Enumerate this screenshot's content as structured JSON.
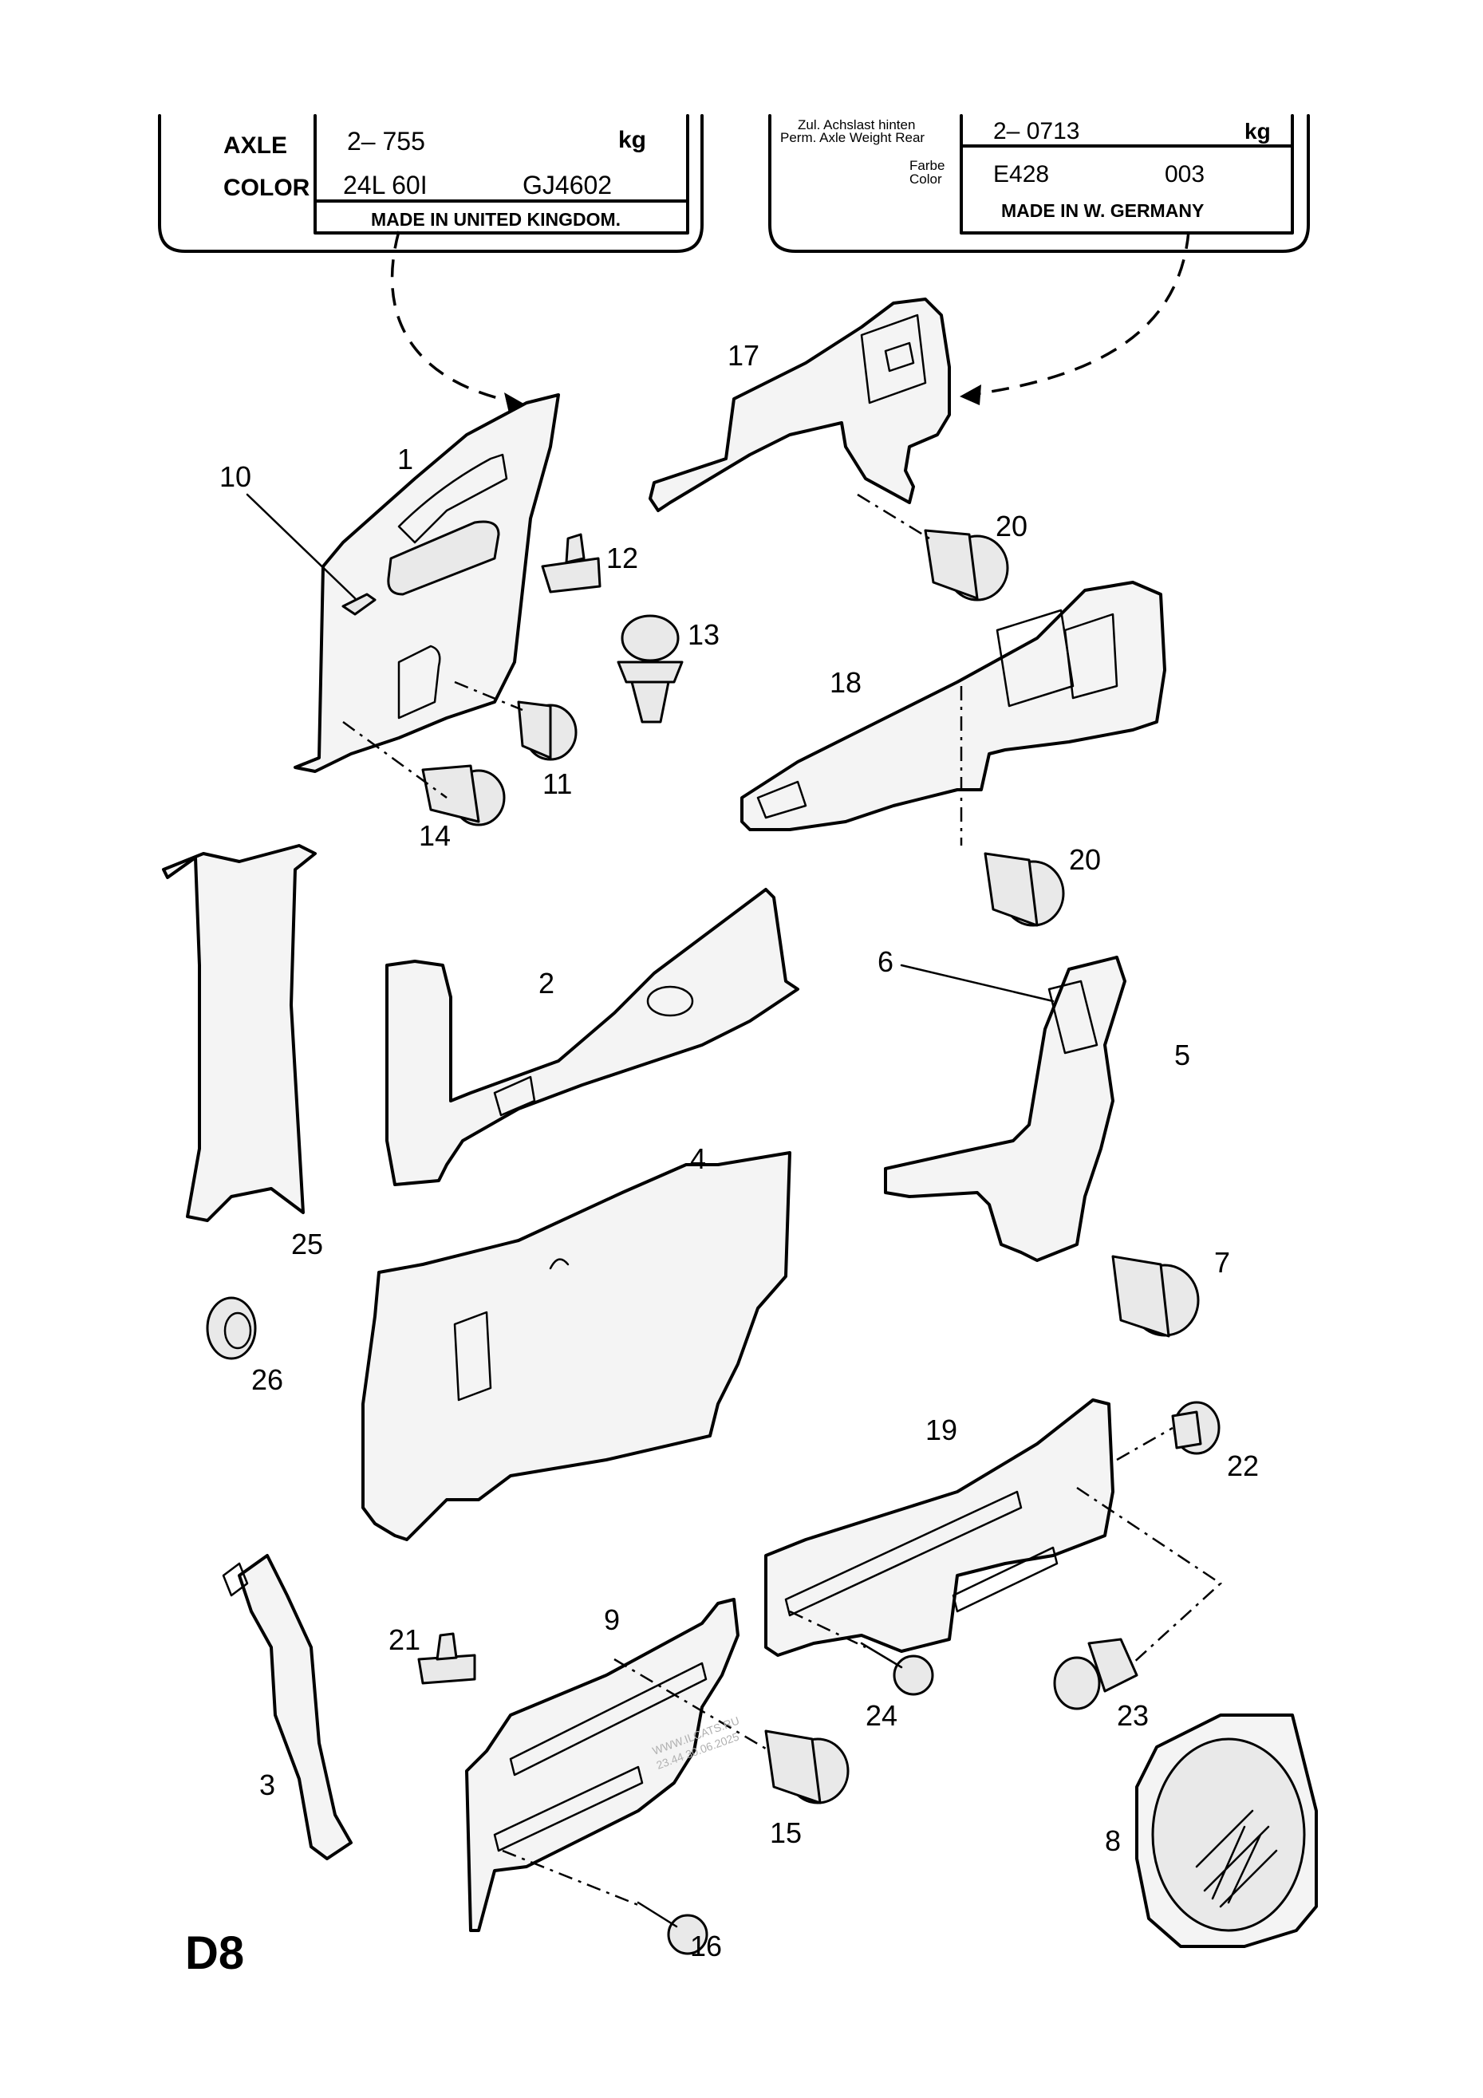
{
  "label_left": {
    "axle_label": "AXLE",
    "axle_value": "2–  755",
    "axle_unit": "kg",
    "color_label": "COLOR",
    "color_code": "24L 60I",
    "color_code2": "GJ4602",
    "made_in": "MADE IN UNITED KINGDOM."
  },
  "label_right": {
    "axle_line1": "Zul. Achslast hinten",
    "axle_line2": "Perm. Axle Weight Rear",
    "axle_value": "2– 0713",
    "axle_unit": "kg",
    "color_line1": "Farbe",
    "color_line2": "Color",
    "color_code": "E428",
    "color_code2": "003",
    "made_in": "MADE   IN   W.   GERMANY"
  },
  "callouts": {
    "c1": "1",
    "c2": "2",
    "c3": "3",
    "c4": "4",
    "c5": "5",
    "c6": "6",
    "c7": "7",
    "c8": "8",
    "c9": "9",
    "c10": "10",
    "c11": "11",
    "c12": "12",
    "c13": "13",
    "c14": "14",
    "c15": "15",
    "c16": "16",
    "c17": "17",
    "c18": "18",
    "c19": "19",
    "c20a": "20",
    "c20b": "20",
    "c21": "21",
    "c22": "22",
    "c23": "23",
    "c24": "24",
    "c25": "25",
    "c26": "26"
  },
  "page_code": "D8",
  "watermark_line1": "WWW.ILCATS.RU",
  "watermark_line2": "23.44 30.06.2025"
}
